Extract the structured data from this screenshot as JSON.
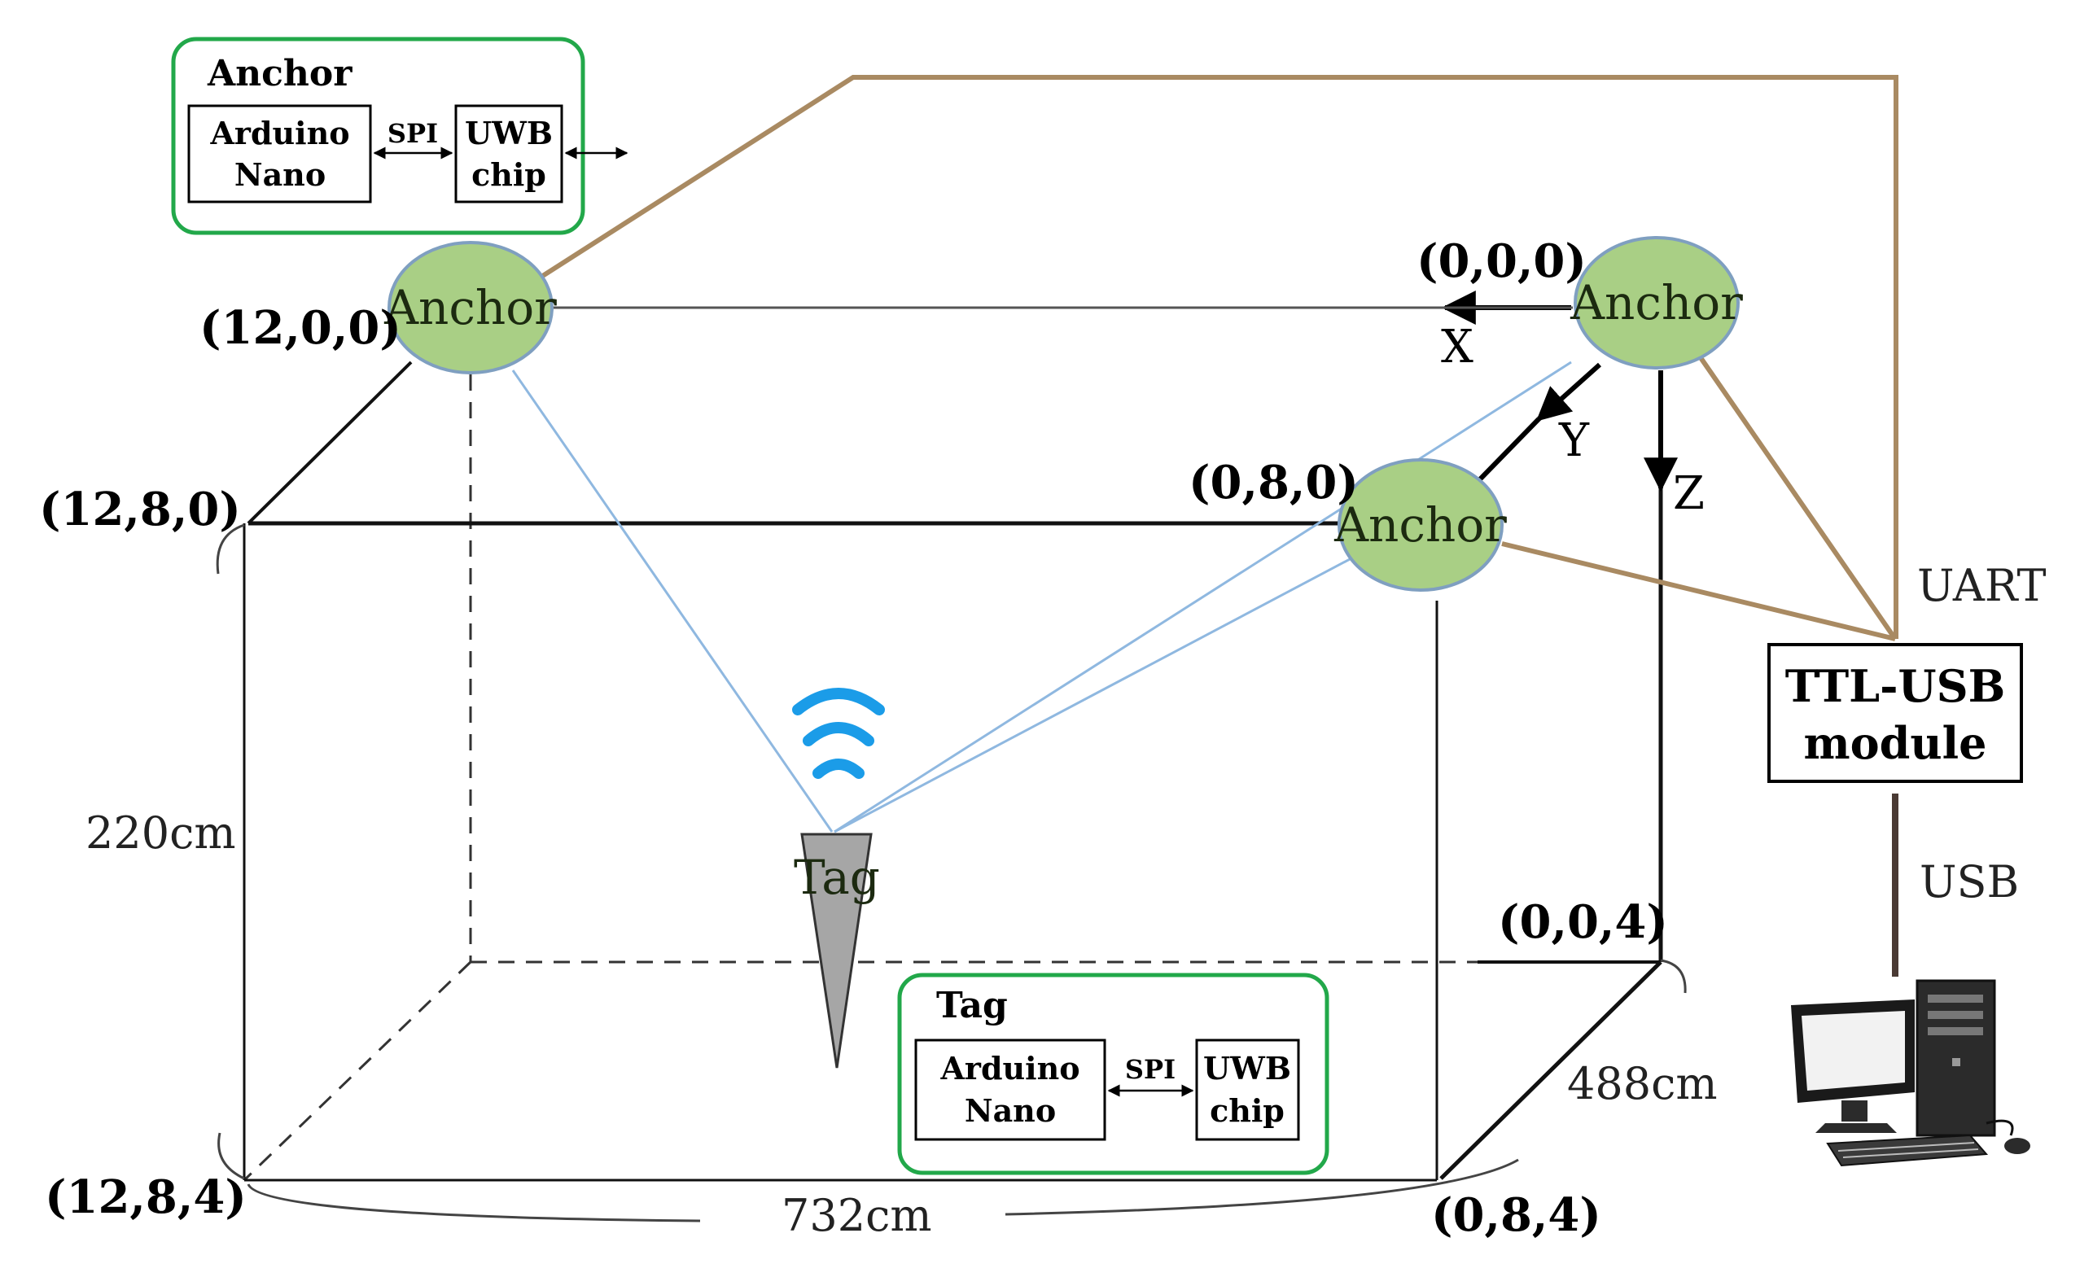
{
  "anchor_box": {
    "title": "Anchor",
    "left_block": [
      "Arduino",
      "Nano"
    ],
    "link_label": "SPI",
    "right_block": [
      "UWB",
      "chip"
    ]
  },
  "tag_box": {
    "title": "Tag",
    "left_block": [
      "Arduino",
      "Nano"
    ],
    "link_label": "SPI",
    "right_block": [
      "UWB",
      "chip"
    ]
  },
  "anchors": [
    {
      "id": "a1",
      "label": "Anchor",
      "coord": "(12,0,0)"
    },
    {
      "id": "a2",
      "label": "Anchor",
      "coord": "(0,0,0)"
    },
    {
      "id": "a3",
      "label": "Anchor",
      "coord": "(0,8,0)"
    }
  ],
  "corners": {
    "c1": "(12,8,0)",
    "c2": "(0,0,4)",
    "c3": "(12,8,4)",
    "c4": "(0,8,4)"
  },
  "axes": {
    "x": "X",
    "y": "Y",
    "z": "Z"
  },
  "dimensions": {
    "height": "220cm",
    "width": "732cm",
    "depth": "488cm"
  },
  "tag_label": "Tag",
  "interfaces": {
    "uart": "UART",
    "usb": "USB"
  },
  "module": [
    "TTL-USB",
    "module"
  ],
  "colors": {
    "anchor_fill": "#a9cf85",
    "anchor_stroke": "#7f9fc0",
    "uart_wire": "#a98a62",
    "range_line": "#8fb8e0",
    "box_border": "#22a84a",
    "wifi": "#1b9ce8",
    "tag_fill": "#a6a6a6"
  },
  "icons": {
    "signal": "wifi-signal-icon",
    "computer": "desktop-computer-icon"
  }
}
